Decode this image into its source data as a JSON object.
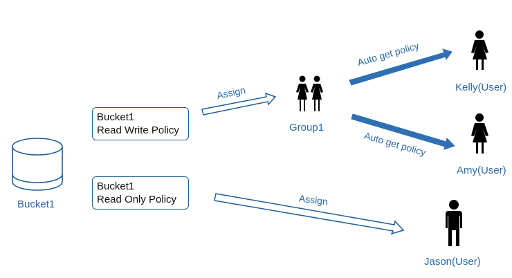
{
  "bucket": {
    "label": "Bucket1"
  },
  "policies": [
    {
      "line1": "Bucket1",
      "line2": "Read Write Policy"
    },
    {
      "line1": "Bucket1",
      "line2": "Read Only Policy"
    }
  ],
  "group": {
    "label": "Group1"
  },
  "users": [
    {
      "label": "Kelly(User)"
    },
    {
      "label": "Amy(User)"
    },
    {
      "label": "Jason(User)"
    }
  ],
  "edges": {
    "assign_group": "Assign",
    "assign_user": "Assign",
    "auto_kelly": "Auto get policy",
    "auto_amy": "Auto get policy"
  },
  "colors": {
    "stroke": "#1f5f98",
    "label": "#2b6aa6",
    "arrow_fill": "#2f6fb3",
    "figure": "#000000"
  }
}
